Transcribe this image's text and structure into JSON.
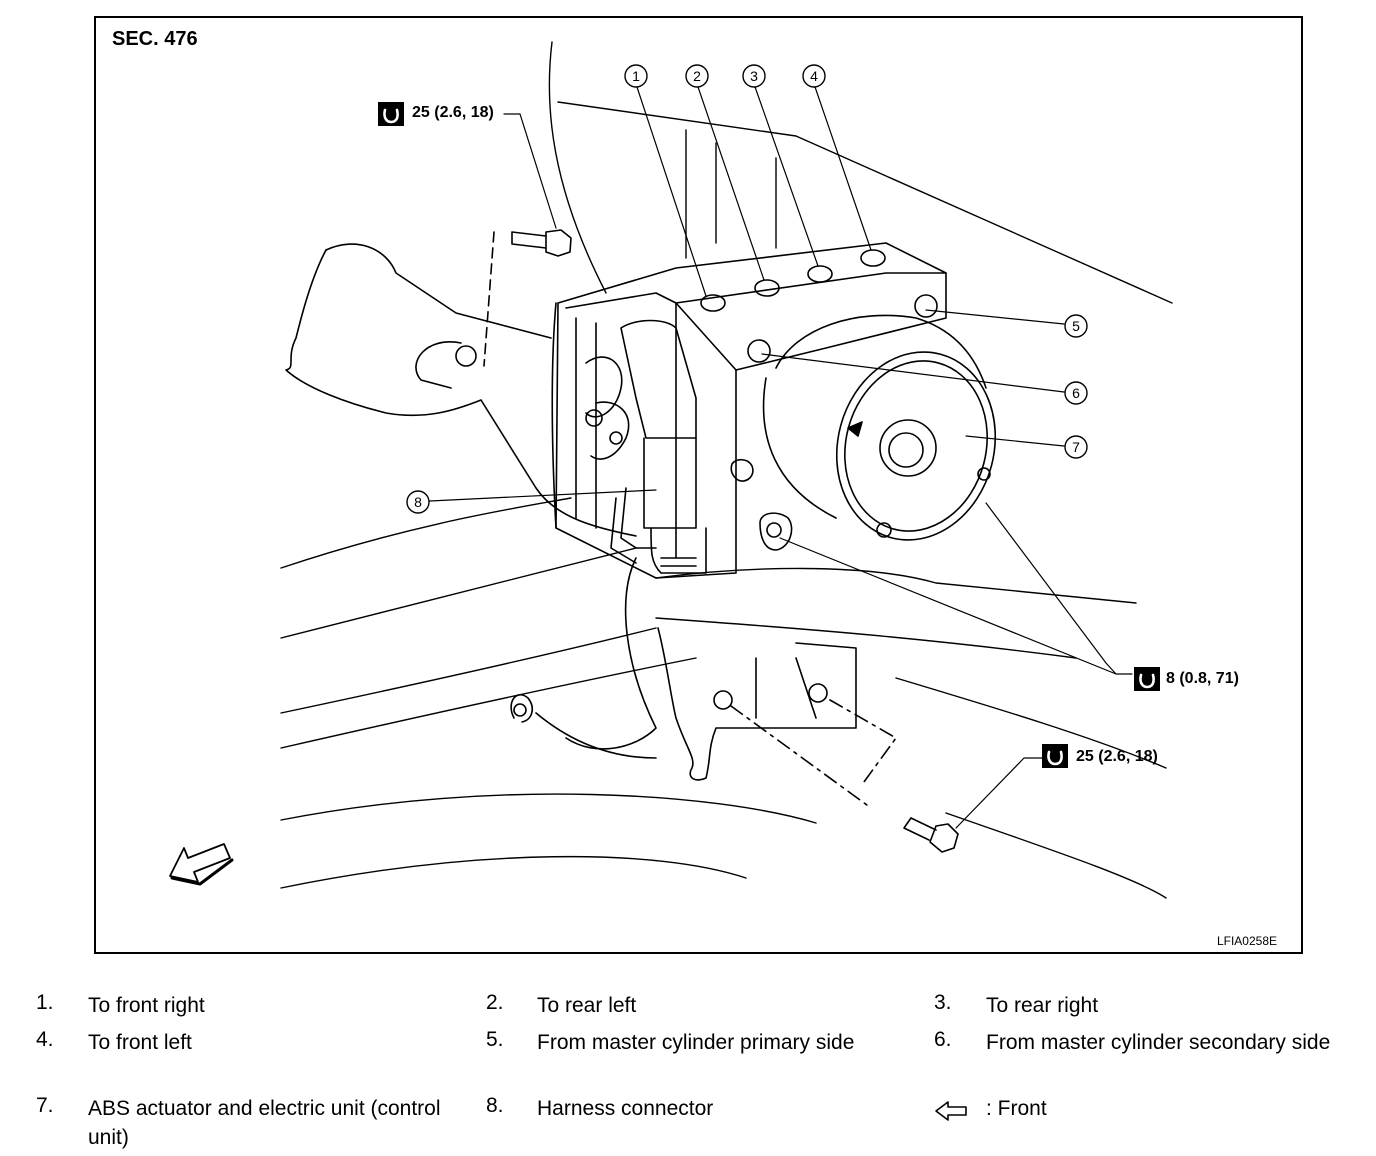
{
  "section_title": "SEC. 476",
  "figure_code": "LFIA0258E",
  "torques": {
    "upper_bolt": "25 (2.6, 18)",
    "nuts": "8 (0.8, 71)",
    "lower_bolt": "25 (2.6, 18)"
  },
  "callouts": [
    "1",
    "2",
    "3",
    "4",
    "5",
    "6",
    "7",
    "8"
  ],
  "legend": [
    {
      "num": "1.",
      "text": "To front right"
    },
    {
      "num": "2.",
      "text": "To rear left"
    },
    {
      "num": "3.",
      "text": "To rear right"
    },
    {
      "num": "4.",
      "text": "To front left"
    },
    {
      "num": "5.",
      "text": "From master cylinder primary side"
    },
    {
      "num": "6.",
      "text": "From master cylinder secondary side"
    },
    {
      "num": "7.",
      "text": "ABS actuator and electric unit (control unit)"
    },
    {
      "num": "8.",
      "text": "Harness connector"
    }
  ],
  "front_legend": ": Front",
  "icons": [
    "torque-wrench-icon",
    "front-arrow-icon"
  ]
}
